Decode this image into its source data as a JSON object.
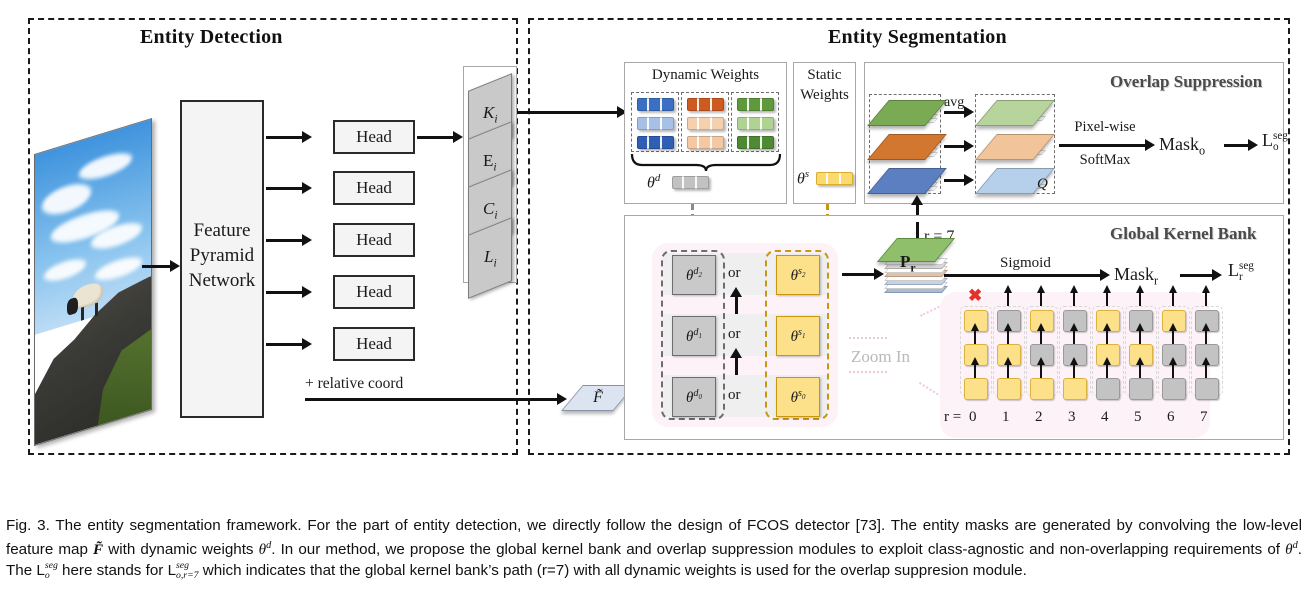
{
  "figure": {
    "panels": {
      "detection_title": "Entity Detection",
      "segmentation_title": "Entity Segmentation"
    },
    "detection": {
      "fpn_label": "Feature\nPyramid\nNetwork",
      "fpn_line1": "Feature",
      "fpn_line2": "Pyramid",
      "fpn_line3": "Network",
      "head_label": "Head",
      "heads": [
        "Head",
        "Head",
        "Head",
        "Head",
        "Head"
      ],
      "relative_coord_label": "+ relative coord",
      "outputs": [
        "K",
        "E",
        "C",
        "L"
      ],
      "output_subscript": "i"
    },
    "segmentation": {
      "dynamic_weights_title": "Dynamic Weights",
      "static_weights_title_line1": "Static",
      "static_weights_title_line2": "Weights",
      "theta_d_label": "θ",
      "theta_d_sup": "d",
      "theta_s_label": "θ",
      "theta_s_sup": "s",
      "feature_map_label": "F̃",
      "overlap_suppression_title": "Overlap Suppression",
      "avg_label": "avg",
      "pixelwise_label_line1": "Pixel-wise",
      "pixelwise_label_line2": "SoftMax",
      "mask_o_label": "Mask",
      "mask_o_sub": "o",
      "loss_o_label": "L",
      "loss_o_sub": "o",
      "loss_o_sup": "seg",
      "q_label": "Q",
      "global_kernel_bank_title": "Global Kernel Bank",
      "or_label": "or",
      "r_equals_7_label": "r = 7",
      "pr_label": "P",
      "pr_sub": "r",
      "sigmoid_label": "Sigmoid",
      "mask_r_label": "Mask",
      "mask_r_sub": "r",
      "loss_r_label": "L",
      "loss_r_sub": "r",
      "loss_r_sup": "seg",
      "zoom_in_label": "Zoom In",
      "r_equals_label": "r =",
      "kernel_rows": [
        {
          "theta_d": "θ",
          "d_sup": "d",
          "d_sub": "2",
          "theta_s": "θ",
          "s_sup": "s",
          "s_sub": "2"
        },
        {
          "theta_d": "θ",
          "d_sup": "d",
          "d_sub": "1",
          "theta_s": "θ",
          "s_sup": "s",
          "s_sub": "1"
        },
        {
          "theta_d": "θ",
          "d_sup": "d",
          "d_sub": "0",
          "theta_s": "θ",
          "s_sup": "s",
          "s_sub": "0"
        }
      ],
      "zoom_grid_labels": [
        "0",
        "1",
        "2",
        "3",
        "4",
        "5",
        "6",
        "7"
      ],
      "zoom_grid_columns": [
        {
          "r": "0",
          "cells": [
            "yellow",
            "yellow",
            "yellow"
          ],
          "top_marker": "x"
        },
        {
          "r": "1",
          "cells": [
            "yellow",
            "yellow",
            "gray"
          ],
          "top_marker": "arrow"
        },
        {
          "r": "2",
          "cells": [
            "yellow",
            "gray",
            "yellow"
          ],
          "top_marker": "arrow"
        },
        {
          "r": "3",
          "cells": [
            "yellow",
            "gray",
            "gray"
          ],
          "top_marker": "arrow"
        },
        {
          "r": "4",
          "cells": [
            "gray",
            "yellow",
            "yellow"
          ],
          "top_marker": "arrow"
        },
        {
          "r": "5",
          "cells": [
            "gray",
            "yellow",
            "gray"
          ],
          "top_marker": "arrow"
        },
        {
          "r": "6",
          "cells": [
            "gray",
            "gray",
            "yellow"
          ],
          "top_marker": "arrow"
        },
        {
          "r": "7",
          "cells": [
            "gray",
            "gray",
            "gray"
          ],
          "top_marker": "arrow"
        }
      ],
      "dynamic_weight_groups": [
        {
          "name": "blue",
          "shades": [
            "#3a6fc4",
            "#a7c0e8",
            "#2f5fb5"
          ]
        },
        {
          "name": "orange",
          "shades": [
            "#cf5a20",
            "#f5cfae",
            "#f3c8a2"
          ]
        },
        {
          "name": "green",
          "shades": [
            "#5e9a3c",
            "#aed392",
            "#4d8a31"
          ]
        }
      ],
      "overlap_slabs_in": [
        "#7aab54",
        "#d2772f",
        "#5b7fc0"
      ],
      "overlap_slabs_out": [
        "#b6d49c",
        "#f2c49a",
        "#b6cfea"
      ]
    },
    "colors": {
      "accent_gold": "#c79712",
      "accent_gray": "#6d6d6d",
      "pink_bg": "#fdf2f8",
      "red_x": "#e4322b",
      "title_gray": "#4a4a4a"
    },
    "caption": {
      "prefix": "Fig. 3.",
      "text_part_1": " The entity segmentation framework. For the part of entity detection, we directly follow the design of FCOS detector [73]. The entity masks are generated by convolving the low-level feature map ",
      "feature_symbol": "F̃",
      "text_part_2": " with dynamic weights ",
      "theta_d": "θ",
      "theta_d_sup": "d",
      "text_part_3": ". In our method, we propose the global kernel bank and overlap suppression modules to exploit class-agnostic and non-overlapping requirements of ",
      "text_part_4": ". The ",
      "loss1_base": "L",
      "loss1_sub": "o",
      "loss1_sup": "seg",
      "text_part_5": " here stands for ",
      "loss2_base": "L",
      "loss2_sub": "o,r=7",
      "loss2_sup": "seg",
      "text_part_6": " which indicates that the global kernel bank’s path (r=7) with all dynamic weights is used for the overlap suppresion module."
    }
  }
}
